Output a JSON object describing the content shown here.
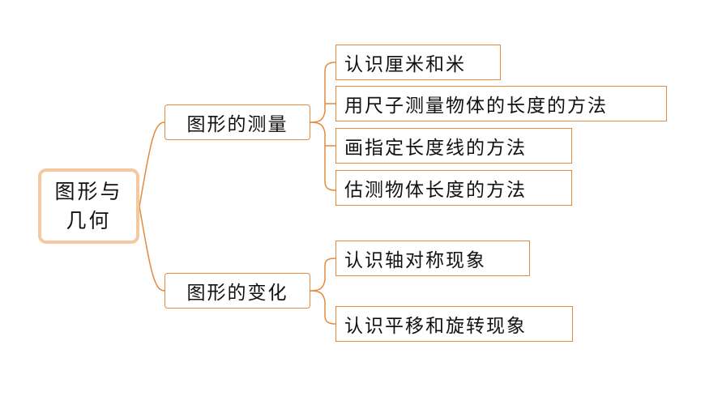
{
  "root": {
    "line1": "图形与",
    "line2": "几何"
  },
  "branches": [
    {
      "label": "图形的测量",
      "leaves": [
        "认识厘米和米",
        "用尺子测量物体的长度的方法",
        "画指定长度线的方法",
        "估测物体长度的方法"
      ]
    },
    {
      "label": "图形的变化",
      "leaves": [
        "认识轴对称现象",
        "认识平移和旋转现象"
      ]
    }
  ],
  "colors": {
    "line": "#e48a3c",
    "root_border": "#f4c9a0"
  }
}
